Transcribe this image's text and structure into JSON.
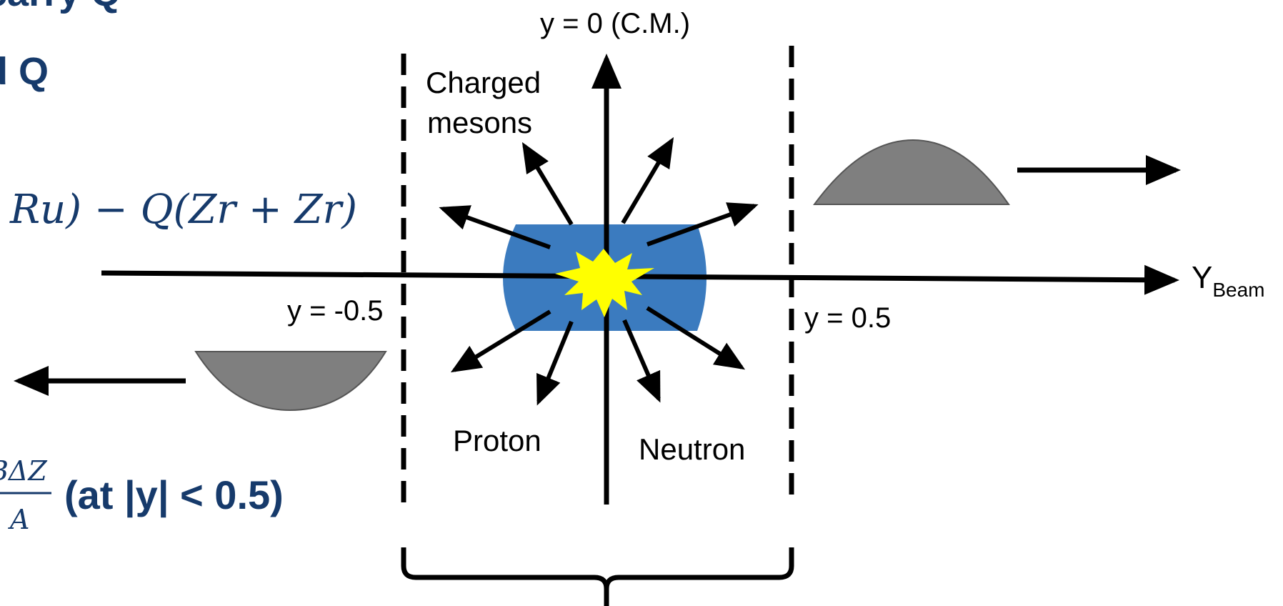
{
  "slide": {
    "heading_line1": "carry Q",
    "heading_line2": "d Q",
    "formula_top": "Ru) − Q(Zr + Zr)",
    "formula_frac_num": "BΔZ",
    "formula_frac_den": "A",
    "formula_bottom_suffix": "(at |y| < 0.5)"
  },
  "diagram": {
    "cm_label": "y = 0 (C.M.)",
    "beam_label": "Y",
    "beam_subscript": "Beam",
    "left_boundary_label": "y = -0.5",
    "right_boundary_label": "y = 0.5",
    "charged_mesons_line1": "Charged",
    "charged_mesons_line2": "mesons",
    "proton_label": "Proton",
    "neutron_label": "Neutron"
  },
  "colors": {
    "heading": "#163a6b",
    "fireball": "#3b7bbf",
    "spectator": "#7f7f7f",
    "flash": "#ffff00",
    "lines": "#000000"
  }
}
